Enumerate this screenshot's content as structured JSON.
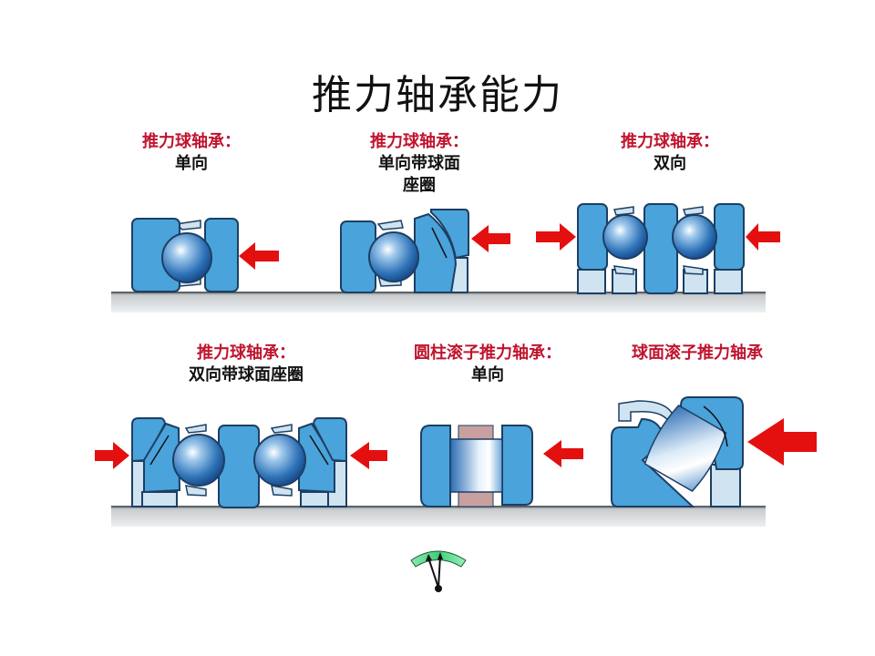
{
  "title": "推力轴承能力",
  "colors": {
    "ring_fill": "#4aa3db",
    "ring_stroke": "#1d3f63",
    "cage_fill": "#cfe3f1",
    "shaft_fill": "#b7bcc0",
    "arrow": "#e3100f",
    "caption_heading": "#c0142e",
    "roller_pink": "#c9a0a0",
    "gauge_green": "#5fd98c"
  },
  "bearings": [
    {
      "heading": "推力球轴承：",
      "lines": [
        "单向"
      ],
      "load_arrows": [
        "right"
      ]
    },
    {
      "heading": "推力球轴承：",
      "lines": [
        "单向带球面",
        "座圈"
      ],
      "load_arrows": [
        "right"
      ]
    },
    {
      "heading": "推力球轴承：",
      "lines": [
        "双向"
      ],
      "load_arrows": [
        "left",
        "right"
      ]
    },
    {
      "heading": "推力球轴承：",
      "lines": [
        "双向带球面座圈"
      ],
      "load_arrows": [
        "left",
        "right"
      ]
    },
    {
      "heading": "圆柱滚子推力轴承：",
      "lines": [
        "单向"
      ],
      "load_arrows": [
        "right"
      ]
    },
    {
      "heading": "球面滚子推力轴承",
      "lines": [],
      "load_arrows": [
        "right"
      ]
    }
  ],
  "gauge": {
    "icon": "speed-gauge-icon"
  }
}
